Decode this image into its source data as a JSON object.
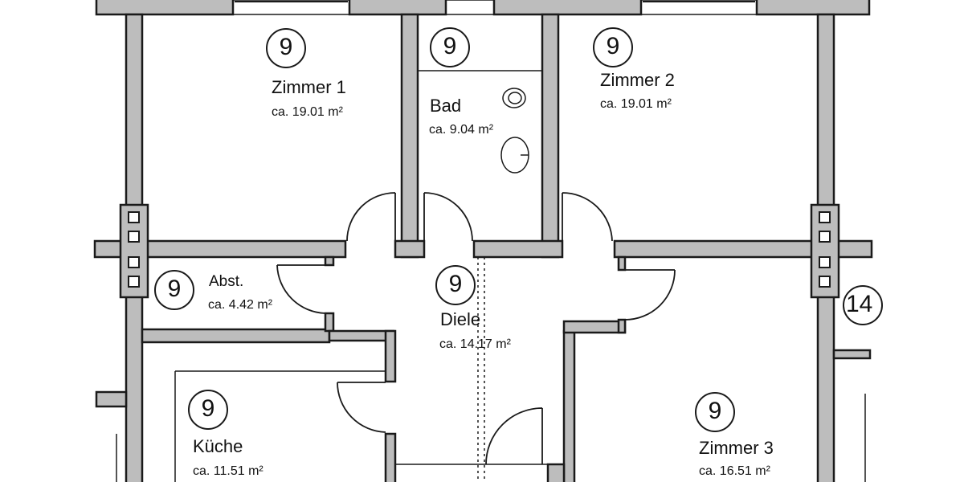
{
  "rooms": [
    {
      "name": "Zimmer 1",
      "area": "ca. 19.01 m²",
      "code": "9"
    },
    {
      "name": "Bad",
      "area": "ca. 9.04 m²",
      "code": "9"
    },
    {
      "name": "Zimmer 2",
      "area": "ca. 19.01 m²",
      "code": "9"
    },
    {
      "name": "Abst.",
      "area": "ca. 4.42 m²",
      "code": "9"
    },
    {
      "name": "Diele",
      "area": "ca. 14.17 m²",
      "code": "9"
    },
    {
      "name": "Küche",
      "area": "ca. 11.51 m²",
      "code": "9"
    },
    {
      "name": "Zimmer 3",
      "area": "ca. 16.51 m²",
      "code": "9"
    },
    {
      "code": "14"
    }
  ],
  "colors": {
    "wall": "#bdbdbd",
    "line": "#1a1a1a",
    "background": "#ffffff"
  }
}
